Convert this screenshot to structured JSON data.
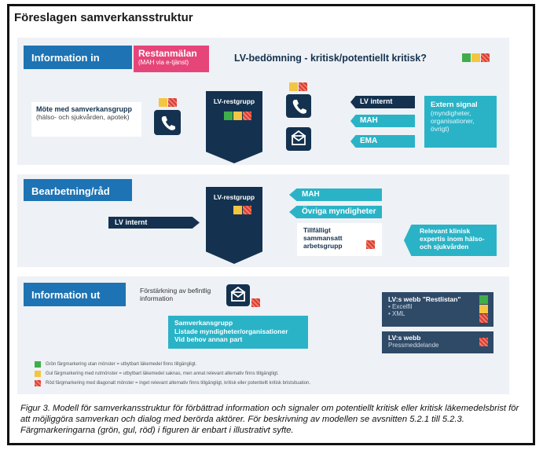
{
  "title": "Föreslagen samverkansstruktur",
  "sections": {
    "info_in": "Information in",
    "processing": "Bearbetning/råd",
    "info_out": "Information ut"
  },
  "restanmalan": {
    "label": "Restanmälan",
    "sub": "(MAH via e-tjänst)"
  },
  "assessment": "LV-bedömning - kritisk/potentiellt kritisk?",
  "meeting": {
    "title": "Möte med samverkansgrupp",
    "sub": "(hälso- och sjukvården, apotek)"
  },
  "lv_restgrupp_1": "LV-restgrupp",
  "lv_restgrupp_2": "LV-restgrupp",
  "inputs": [
    "LV internt",
    "MAH",
    "EMA"
  ],
  "external_signal": {
    "title": "Extern signal",
    "sub": "(myndigheter, organisationer, övrigt)"
  },
  "lv_internt_proc": "LV internt",
  "proc_items": [
    "MAH",
    "Övriga myndigheter"
  ],
  "temp_group": "Tillfälligt sammansatt arbetsgrupp",
  "expertise": "Relevant klinisk expertis inom hälso- och sjukvården",
  "reinforce": "Förstärkning av befintlig information",
  "out_box": [
    "Samverkansgrupp",
    "Listade myndigheter/organisationer",
    "Vid behov annan part"
  ],
  "web_restlistan": {
    "title": "LV:s webb \"Restlistan\"",
    "items": [
      "Excelfil",
      "XML"
    ]
  },
  "web_press": {
    "title": "LV:s webb",
    "sub": "Pressmeddelande"
  },
  "legend": [
    "Grön färgmarkering utan mönster = utbytbart läkemedel finns tillgängligt.",
    "Gul färgmarkering med rutmönster = utbytbart läkemedel saknas, men annat relevant alternativ finns tillgängligt.",
    "Röd färgmarkering med diagonalt mönster = inget relevant alternativ finns tillgängligt, kritisk eller potentiellt kritisk bristsituation."
  ],
  "caption": "Figur 3. Modell för samverkansstruktur för förbättrad information och signaler om potentiellt kritisk eller kritisk läkemedelsbrist för att möjliggöra samverkan och dialog med berörda aktörer. För beskrivning av modellen se avsnitten 5.2.1 till 5.2.3. Färgmarkeringarna (grön, gul, röd) i figuren är enbart i illustrativt syfte.",
  "colors": {
    "blue": "#1d73b3",
    "navy": "#14324f",
    "teal": "#2ab3c7",
    "pink": "#e6457a",
    "green": "#3fae49",
    "yellow": "#f4c542",
    "red": "#d63c2f"
  }
}
